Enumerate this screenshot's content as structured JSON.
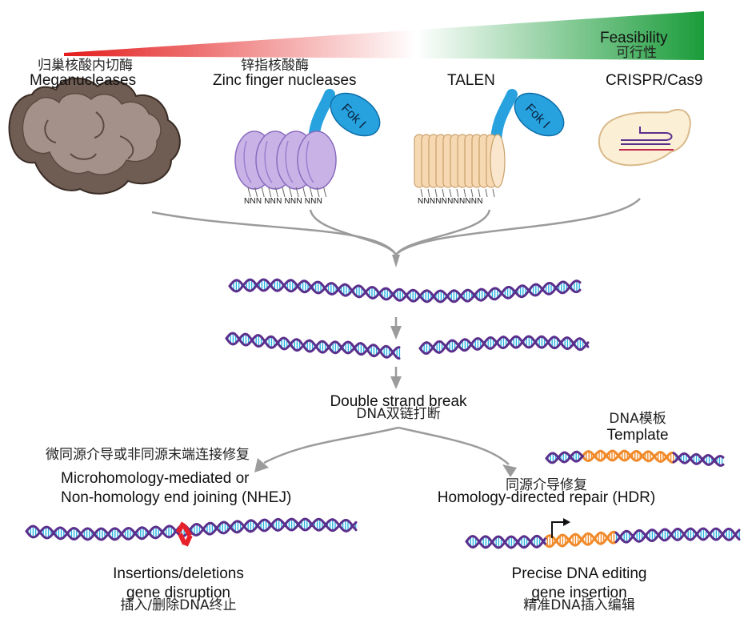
{
  "header": {
    "feasibility_en": "Feasibility",
    "feasibility_cn": "可行性",
    "gradient_colors": {
      "start": "#e31b1b",
      "mid": "#ffffff",
      "end": "#1a9c3a"
    }
  },
  "nucleases": [
    {
      "cn": "归巢核酸内切酶",
      "en": "Meganucleases"
    },
    {
      "cn": "锌指核酸酶",
      "en": "Zinc finger nucleases",
      "domain_label": "Fok I",
      "sequence": "NNN NNN NNN NNN"
    },
    {
      "en": "TALEN",
      "domain_label": "Fok I",
      "sequence": "NNNNNNNNNNN"
    },
    {
      "en": "CRISPR/Cas9"
    }
  ],
  "dsb": {
    "en": "Double strand break",
    "cn": "DNA双链打断"
  },
  "nhej": {
    "cn": "微同源介导或非同源末端连接修复",
    "en_line1": "Microhomology-mediated or",
    "en_line2": "Non-homology end joining (NHEJ)",
    "outcome_en1": "Insertions/deletions",
    "outcome_en2": "gene disruption",
    "outcome_cn": "插入/删除DNA终止"
  },
  "hdr": {
    "template_cn": "DNA模板",
    "template_en": "Template",
    "cn": "同源介导修复",
    "en": "Homology-directed repair (HDR)",
    "outcome_en1": "Precise DNA editing",
    "outcome_en2": "gene insertion",
    "outcome_cn": "精准DNA插入编辑"
  },
  "colors": {
    "dna_purple": "#5b2f8c",
    "dna_cyan": "#2bb3e2",
    "template_orange": "#f08a2a",
    "arrow_gray": "#9b9b9b",
    "fok_blue": "#27a2df",
    "zfn_purple": "#c9b3e6",
    "talen_peach": "#f6d9b3",
    "cas9_cream": "#fbefd6",
    "cut_red": "#e8202a"
  }
}
